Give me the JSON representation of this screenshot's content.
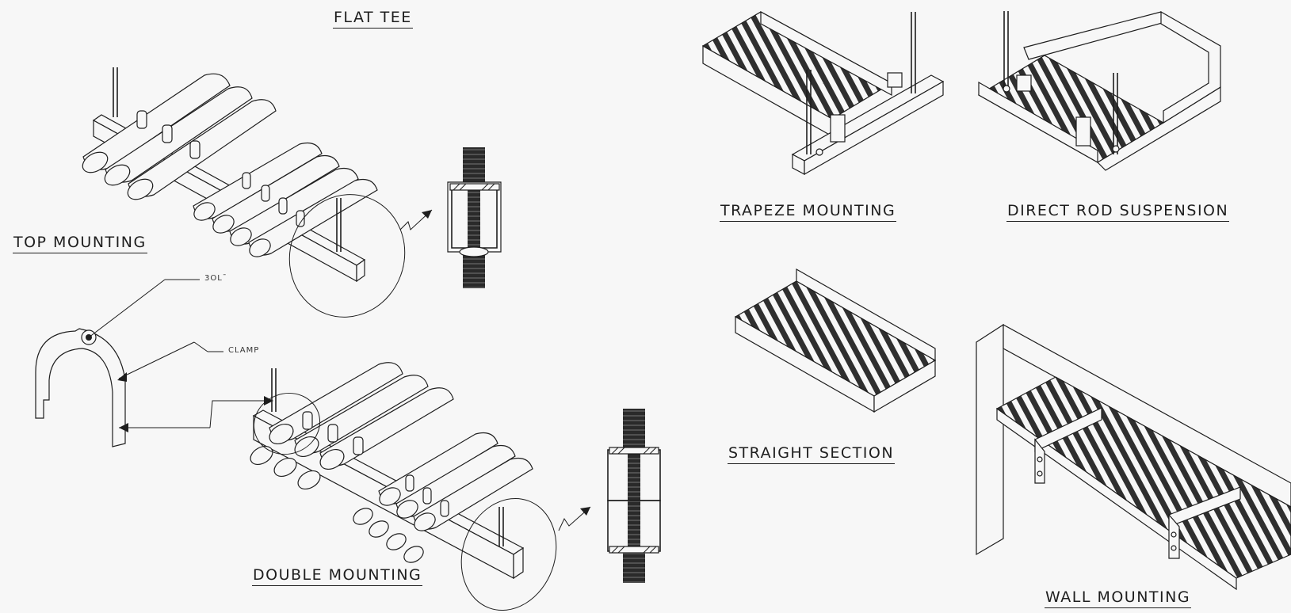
{
  "labels": {
    "flat_tee": "FLAT TEE",
    "top_mounting": "TOP MOUNTING",
    "double_mounting": "DOUBLE MOUNTING",
    "trapeze_mounting": "TRAPEZE MOUNTING",
    "direct_rod_suspension": "DIRECT ROD SUSPENSION",
    "straight_section": "STRAIGHT SECTION",
    "wall_mounting": "WALL MOUNTING",
    "bolt": "3OL¯",
    "clamp": "CLAMP"
  }
}
